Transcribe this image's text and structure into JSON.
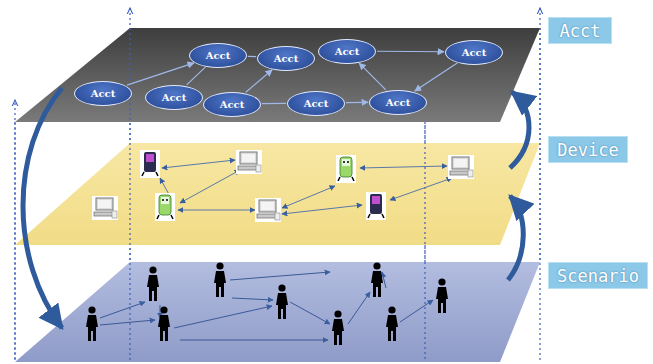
{
  "diagram": {
    "nodes": [
      {
        "text": [
          "Acct"
        ]
      },
      {
        "text": [
          "Acct"
        ]
      },
      {
        "text": [
          "Acct"
        ]
      },
      {
        "text": [
          "Acct"
        ]
      },
      {
        "text": [
          "Acct"
        ]
      },
      {
        "text": [
          "Acct"
        ]
      },
      {
        "text": [
          "Acct"
        ]
      },
      {
        "text": [
          "Acct"
        ]
      },
      {
        "text": [
          "Acct"
        ]
      },
      {
        "text": [
          "Acct"
        ]
      },
      {
        "text": [
          "Device"
        ]
      },
      {
        "text": [
          "Scenario"
        ]
      }
    ],
    "edges": [
      {
        "from": 0,
        "to": 2,
        "arrow": "to"
      },
      {
        "from": 1,
        "to": 2,
        "arrow": "none"
      },
      {
        "from": 2,
        "to": 4,
        "arrow": "none"
      },
      {
        "from": 3,
        "to": 4,
        "arrow": "to"
      },
      {
        "from": 3,
        "to": 5,
        "arrow": "none"
      },
      {
        "from": 5,
        "to": 7,
        "arrow": "to"
      },
      {
        "from": 7,
        "to": 6,
        "arrow": "to"
      },
      {
        "from": 6,
        "to": 8,
        "arrow": "to"
      },
      {
        "from": 8,
        "to": 7,
        "arrow": "to"
      }
    ]
  }
}
